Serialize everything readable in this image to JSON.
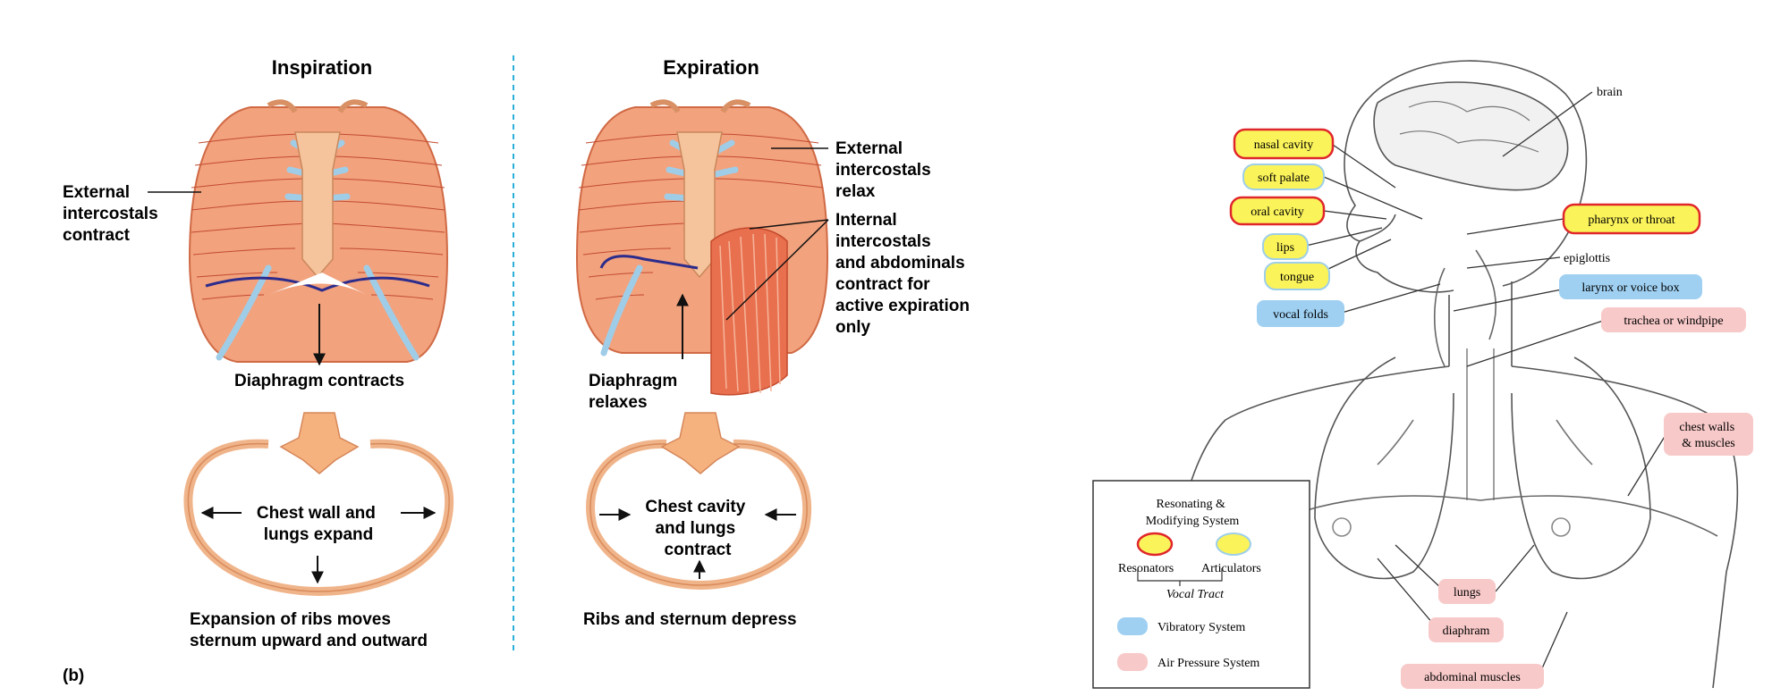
{
  "left": {
    "inspiration_title": "Inspiration",
    "expiration_title": "Expiration",
    "insp_muscle": [
      "External",
      "intercostals",
      "contract"
    ],
    "diaphragm_contracts": "Diaphragm contracts",
    "chest_wall": [
      "Chest wall and",
      "lungs expand"
    ],
    "insp_caption": [
      "Expansion of ribs moves",
      "sternum upward and outward"
    ],
    "exp_external": [
      "External",
      "intercostals",
      "relax"
    ],
    "exp_internal": [
      "Internal",
      "intercostals",
      "and abdominals",
      "contract for",
      "active expiration",
      "only"
    ],
    "diaphragm_relaxes": [
      "Diaphragm",
      "relaxes"
    ],
    "chest_cavity": [
      "Chest cavity",
      "and lungs",
      "contract"
    ],
    "exp_caption": "Ribs and sternum depress",
    "panel_label": "(b)"
  },
  "right": {
    "labels": {
      "brain": "brain",
      "nasal_cavity": "nasal cavity",
      "soft_palate": "soft palate",
      "oral_cavity": "oral cavity",
      "lips": "lips",
      "tongue": "tongue",
      "vocal_folds": "vocal folds",
      "pharynx": "pharynx or throat",
      "epiglottis": "epiglottis",
      "larynx": "larynx or voice box",
      "trachea": "trachea or windpipe",
      "chest_walls": [
        "chest walls",
        "& muscles"
      ],
      "lungs": "lungs",
      "diaphram": "diaphram",
      "abdominal": "abdominal muscles"
    },
    "legend": {
      "title": [
        "Resonating &",
        "Modifying System"
      ],
      "resonators": "Resonators",
      "articulators": "Articulators",
      "vocal_tract": "Vocal Tract",
      "vibratory": "Vibratory System",
      "air_pressure": "Air Pressure System"
    },
    "colors": {
      "yellow": "#fbf35a",
      "red_outline": "#e0262b",
      "blue": "#9fd0f2",
      "pink": "#f8c9c9"
    }
  }
}
